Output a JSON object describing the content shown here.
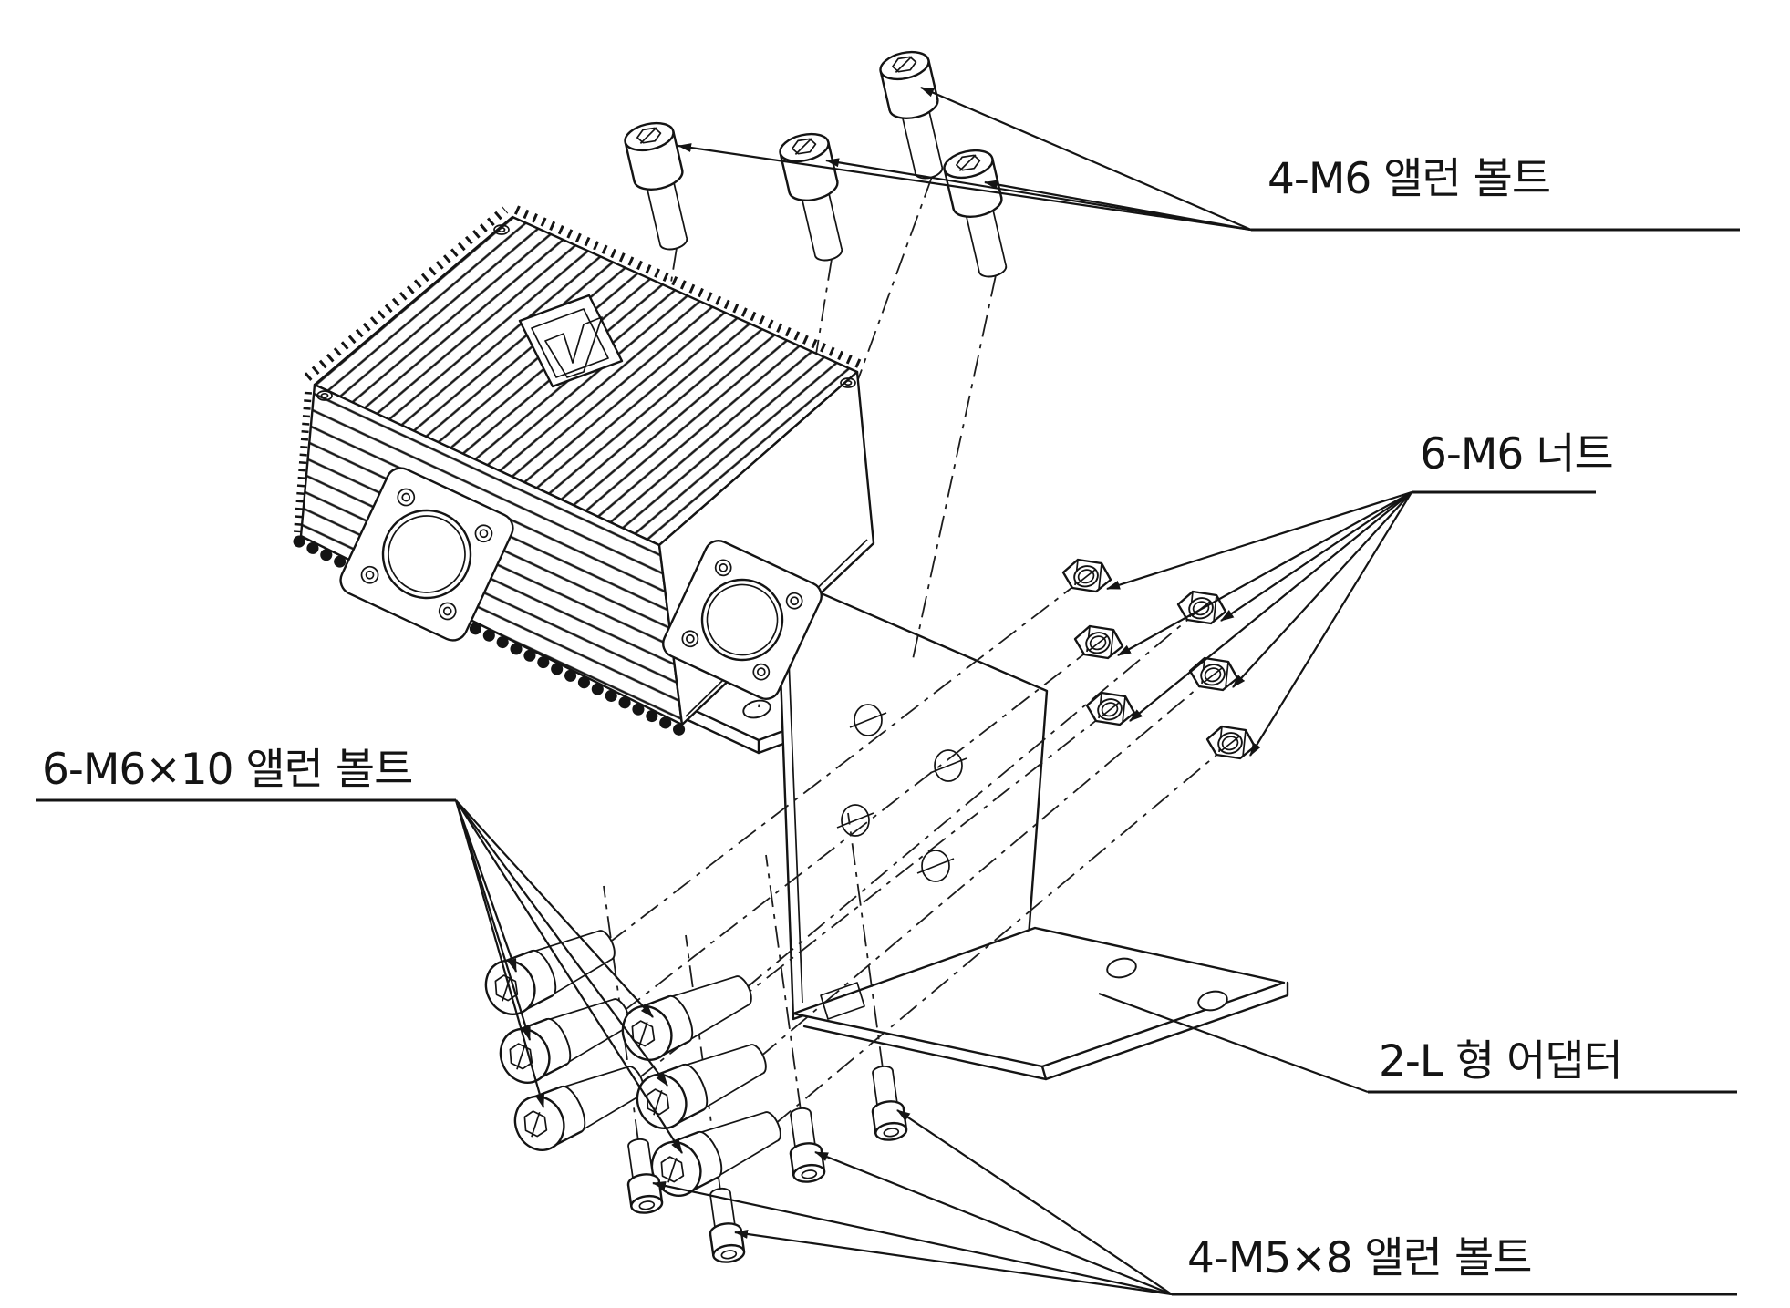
{
  "diagram": {
    "type": "exploded-assembly-drawing",
    "background": "#ffffff",
    "line_color": "#141414"
  },
  "device": {
    "logo_icon": "vendor-logo"
  },
  "labels": {
    "m6_allen_bolts": {
      "text": "4-M6 앨런 볼트",
      "quantity": 4
    },
    "m6_nuts": {
      "text": "6-M6 너트",
      "quantity": 6
    },
    "m6x10_allen_bolts": {
      "text": "6-M6×10 앨런 볼트",
      "quantity": 6
    },
    "l_adapter": {
      "text": "2-L 형 어댑터",
      "quantity": 2
    },
    "m5x8_allen_bolts": {
      "text": "4-M5×8 앨런 볼트",
      "quantity": 4
    }
  }
}
